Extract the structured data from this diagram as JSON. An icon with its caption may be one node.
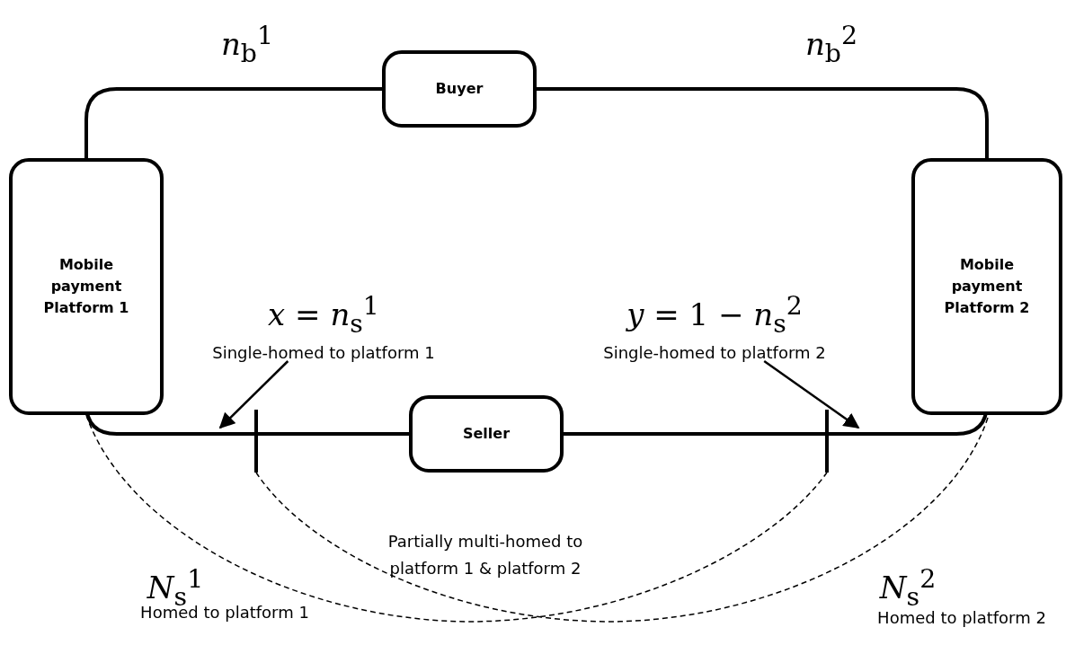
{
  "diagram": {
    "nodes": [
      {
        "text": [
          "Buyer"
        ]
      },
      {
        "text": [
          "Mobile payment Platform 1"
        ]
      },
      {
        "text": [
          "Mobile payment Platform 2"
        ]
      },
      {
        "text": [
          "*x* = *n*$_{s}$$^{1}$",
          "Single-homed to platform 1"
        ]
      },
      {
        "text": [
          "*y* = 1 − *n*$_{s}$$^{2}$",
          "Single-homed to platform 2"
        ]
      },
      {
        "text": [
          "Seller"
        ]
      }
    ],
    "edges": [
      {
        "from": 1,
        "to": 0,
        "arrow": "none"
      },
      {
        "from": 0,
        "to": 2,
        "arrow": "none"
      },
      {
        "from": 1,
        "to": 5,
        "arrow": "none"
      },
      {
        "from": 5,
        "to": 2,
        "arrow": "none"
      },
      {
        "from": 3,
        "to": null,
        "arrow": "to"
      },
      {
        "from": 4,
        "to": null,
        "arrow": "to"
      }
    ],
    "labels": [
      "*n*$_{b}$$^{1}$",
      "*n*$_{b}$$^{2}$",
      "Partially multi-homed to platform 1 & platform 2",
      "*N*$_{s}$$^{1}$",
      "Homed to platform 1",
      "*N*$_{s}$$^{2}$",
      "Homed to platform 2"
    ]
  }
}
